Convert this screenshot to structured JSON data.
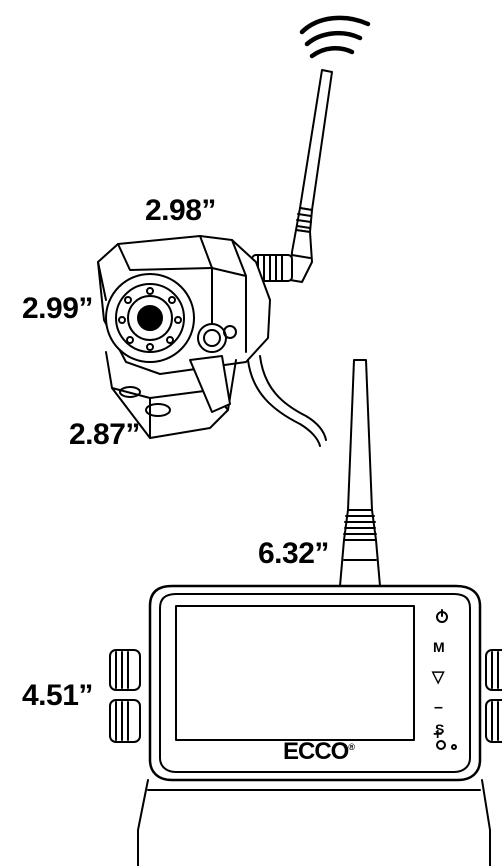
{
  "dimensions": {
    "camera_width": "2.98”",
    "camera_height": "2.99”",
    "camera_depth": "2.87”",
    "monitor_width": "6.32”",
    "monitor_height": "4.51”"
  },
  "monitor": {
    "brand": "ECCO",
    "buttons": {
      "menu": "M",
      "down": "▽",
      "minus": "–",
      "plus": "+",
      "select": "S"
    }
  },
  "icons": {
    "wifi": "wifi-signal-icon",
    "power": "power-icon",
    "ir_sensor": "ir-sensor-icon"
  }
}
